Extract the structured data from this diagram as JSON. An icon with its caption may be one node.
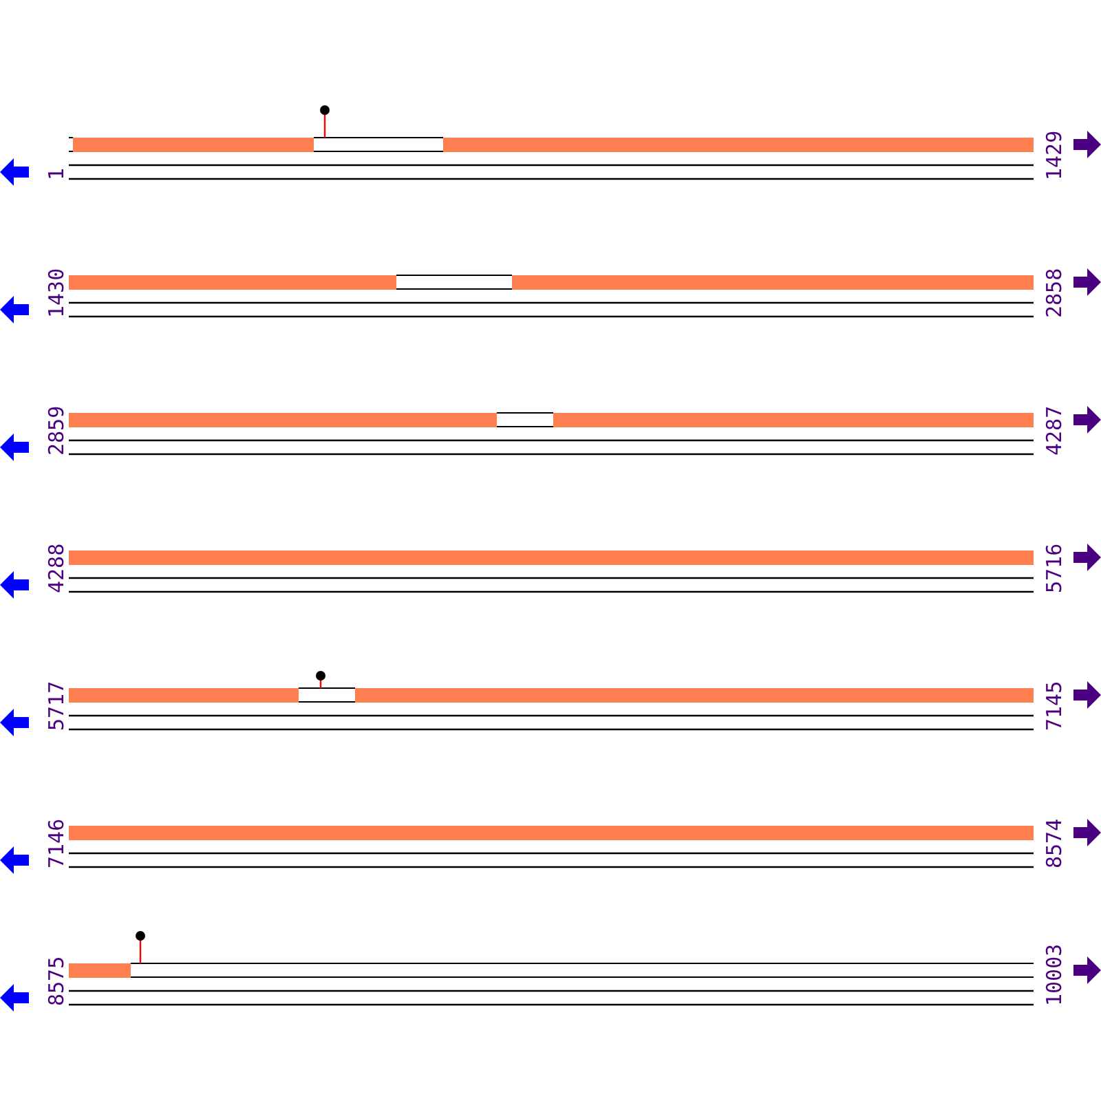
{
  "diagram": {
    "labels": [
      "1",
      "1429",
      "1430",
      "2858",
      "2859",
      "4287",
      "4288",
      "5716",
      "5717",
      "7145",
      "7146",
      "8574",
      "8575",
      "10003"
    ]
  }
}
